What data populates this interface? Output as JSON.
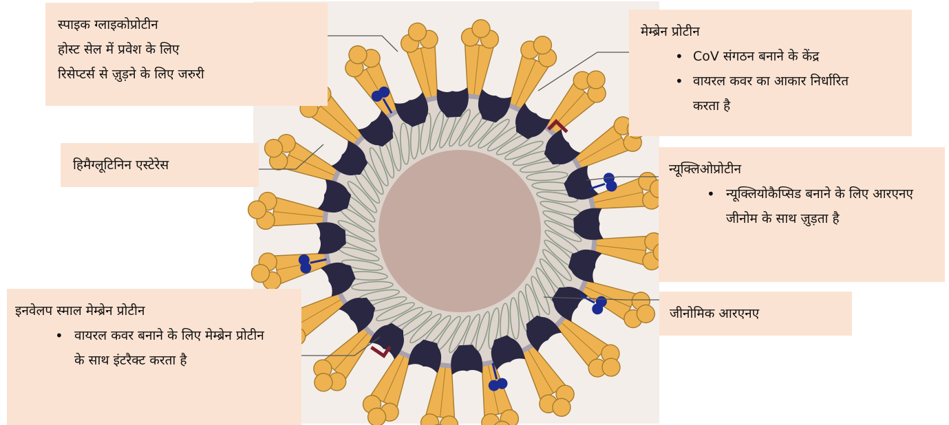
{
  "labels": {
    "spike": {
      "title": "स्पाइक ग्लाइकोप्रोटीन",
      "lines": [
        "होस्ट सेल में प्रवेश के लिए",
        "रिसेप्टर्स से ज़ुड़ने के लिए जरुरी"
      ]
    },
    "membrane": {
      "title": "मेम्ब्रेन प्रोटीन",
      "bullets": [
        "CoV संगठन बनाने के केंद्र",
        "वायरल कवर का आकार निर्धारित करता है"
      ]
    },
    "hemagglutinin": {
      "title": "हिमैग्लूटिनिन एस्टेरेस"
    },
    "nucleoprotein": {
      "title": "न्यूक्लिओप्रोटीन",
      "bullets": [
        "न्यूक्लियोकैप्सिड बनाने के लिए आरएनए जीनोम के साथ ज़ुड़ता है"
      ]
    },
    "genomic_rna": {
      "title": "जीनोमिक आरएनए"
    },
    "envelope": {
      "title": "इनवेलप स्माल मेम्ब्रेन प्रोटीन",
      "bullets": [
        "वायरल कवर बनाने के लिए मेम्ब्रेन प्रोटीन के साथ इंटरैक्ट करता है"
      ]
    }
  },
  "colors": {
    "label_box": "#fbe3d3",
    "virus_background": "#f3eee9",
    "core": "#c4aaa0",
    "envelope_ring": "#a9a1ad",
    "rna_coil": "#8c9a86",
    "spike": "#eeb350",
    "membrane_protein": "#292742",
    "hemagglutinin_esterase": "#1b2c93",
    "envelope_protein": "#7e1f2d",
    "leader_line": "#555555"
  }
}
